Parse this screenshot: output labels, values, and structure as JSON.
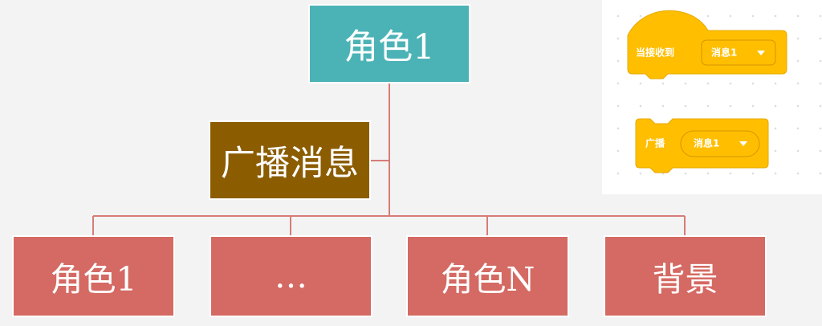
{
  "diagram": {
    "top_node": {
      "label": "角色1"
    },
    "broadcast_node": {
      "label": "广播消息"
    },
    "children": [
      {
        "label": "角色1"
      },
      {
        "label": "…"
      },
      {
        "label": "角色N"
      },
      {
        "label": "背景"
      }
    ]
  },
  "blocks_panel": {
    "hat_block": {
      "label": "当接收到",
      "dropdown_value": "消息1",
      "dropdown_icon": "triangle-down-icon"
    },
    "broadcast_block": {
      "label": "广播",
      "dropdown_value": "消息1",
      "dropdown_icon": "triangle-down-icon"
    }
  },
  "colors": {
    "top_node": "#4bb3b6",
    "broadcast_node": "#8b5c00",
    "child_node": "#d46a63",
    "connector": "#d67c77",
    "event_block": "#ffbf00",
    "event_block_border": "#e6a800",
    "dropdown_text": "#c08000",
    "block_text": "#ffffff"
  }
}
